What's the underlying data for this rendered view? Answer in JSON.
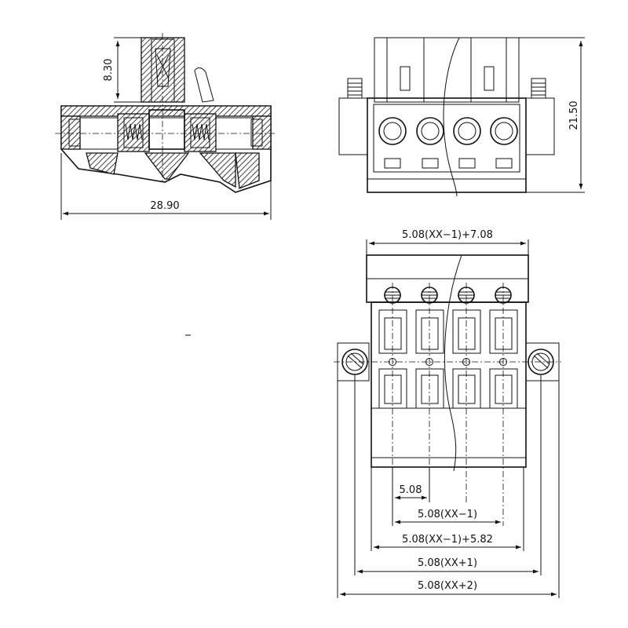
{
  "side_view": {
    "height_dim": "8.30",
    "width_dim": "28.90"
  },
  "front_view": {
    "height_dim": "21.50"
  },
  "bottom_view": {
    "top_width_dim": "5.08(XX−1)+7.08",
    "pitch_dim": "5.08",
    "span1_dim": "5.08(XX−1)",
    "span2_dim": "5.08(XX−1)+5.82",
    "span3_dim": "5.08(XX+1)",
    "span4_dim": "5.08(XX+2)"
  }
}
